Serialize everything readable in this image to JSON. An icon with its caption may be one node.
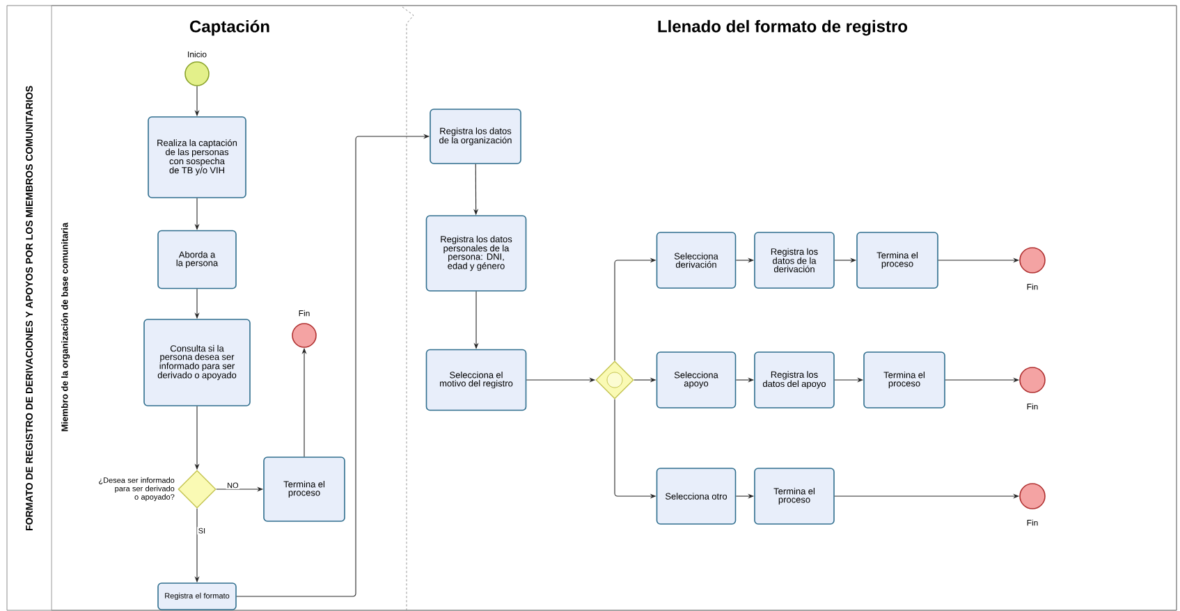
{
  "diagram": {
    "nodes": [
      {
        "text": [
          "FORMATO DE REGISTRO DE DERIVACIONES Y APOYOS POR LOS MIEMBROS COMUNITARIOS"
        ]
      },
      {
        "text": [
          "Miembro de la organización de base comunitaria"
        ],
        "in": 0
      },
      {
        "text": [],
        "shape": "circle",
        "in": 1,
        "beside": [
          "Inicio"
        ]
      },
      {
        "text": [
          "Realiza la captación de las personas con sospecha de TB y/o VIH"
        ],
        "in": 1
      },
      {
        "text": [
          "Aborda a la persona"
        ],
        "in": 1
      },
      {
        "text": [
          "Consulta si la persona desea ser informado para ser derivado o apoyado"
        ],
        "in": 1
      },
      {
        "text": [],
        "shape": "diamond",
        "in": 1,
        "beside": [
          "¿Desea ser informado para ser derivado o apoyado?"
        ]
      },
      {
        "text": [
          "Termina el proceso"
        ],
        "in": 1
      },
      {
        "text": [],
        "shape": "circle",
        "in": 1,
        "beside": [
          "Fin"
        ]
      },
      {
        "text": [
          "Registra el formato"
        ],
        "in": 1
      },
      {
        "text": [
          "Registra los datos de la organización"
        ],
        "in": 1
      },
      {
        "text": [
          "Registra los datos personales de la persona: DNI, edad y género"
        ],
        "in": 1
      },
      {
        "text": [
          "Selecciona el motivo del registro"
        ],
        "in": 1
      },
      {
        "text": [],
        "shape": "diamond",
        "in": 1
      },
      {
        "text": [
          "Selecciona derivación"
        ],
        "in": 1
      },
      {
        "text": [
          "Registra los datos de la derivación"
        ],
        "in": 1
      },
      {
        "text": [
          "Termina el proceso"
        ],
        "in": 1
      },
      {
        "text": [],
        "shape": "circle",
        "in": 1,
        "beside": [
          "Fin"
        ]
      },
      {
        "text": [
          "Selecciona apoyo"
        ],
        "in": 1
      },
      {
        "text": [
          "Registra los datos del apoyo"
        ],
        "in": 1
      },
      {
        "text": [
          "Termina el proceso"
        ],
        "in": 1
      },
      {
        "text": [],
        "shape": "circle",
        "in": 1,
        "beside": [
          "Fin"
        ]
      },
      {
        "text": [
          "Selecciona otro"
        ],
        "in": 1
      },
      {
        "text": [
          "Termina el proceso"
        ],
        "in": 1
      },
      {
        "text": [],
        "shape": "circle",
        "in": 1,
        "beside": [
          "Fin"
        ]
      }
    ],
    "labels": [
      "Captación",
      "Llenado del formato de registro"
    ],
    "edges": [
      {
        "from": 2,
        "to": 3,
        "arrow": "to"
      },
      {
        "from": 3,
        "to": 4,
        "arrow": "to"
      },
      {
        "from": 4,
        "to": 5,
        "arrow": "to"
      },
      {
        "from": 5,
        "to": 6,
        "arrow": "to"
      },
      {
        "from": 6,
        "to": 7,
        "arrow": "to",
        "label": "NO"
      },
      {
        "from": 7,
        "to": 8,
        "arrow": "to"
      },
      {
        "from": 6,
        "to": 9,
        "arrow": "to",
        "label": "SI"
      },
      {
        "from": 9,
        "to": 10,
        "arrow": "to"
      },
      {
        "from": 10,
        "to": 11,
        "arrow": "to"
      },
      {
        "from": 11,
        "to": 12,
        "arrow": "to"
      },
      {
        "from": 12,
        "to": 13,
        "arrow": "to"
      },
      {
        "from": 13,
        "to": 14,
        "arrow": "to"
      },
      {
        "from": 14,
        "to": 15,
        "arrow": "to"
      },
      {
        "from": 15,
        "to": 16,
        "arrow": "to"
      },
      {
        "from": 16,
        "to": 17,
        "arrow": "to"
      },
      {
        "from": 13,
        "to": 18,
        "arrow": "to"
      },
      {
        "from": 18,
        "to": 19,
        "arrow": "to"
      },
      {
        "from": 19,
        "to": 20,
        "arrow": "to"
      },
      {
        "from": 20,
        "to": 21,
        "arrow": "to"
      },
      {
        "from": 13,
        "to": 22,
        "arrow": "to"
      },
      {
        "from": 22,
        "to": 23,
        "arrow": "to"
      },
      {
        "from": 23,
        "to": 24,
        "arrow": "to"
      }
    ]
  }
}
